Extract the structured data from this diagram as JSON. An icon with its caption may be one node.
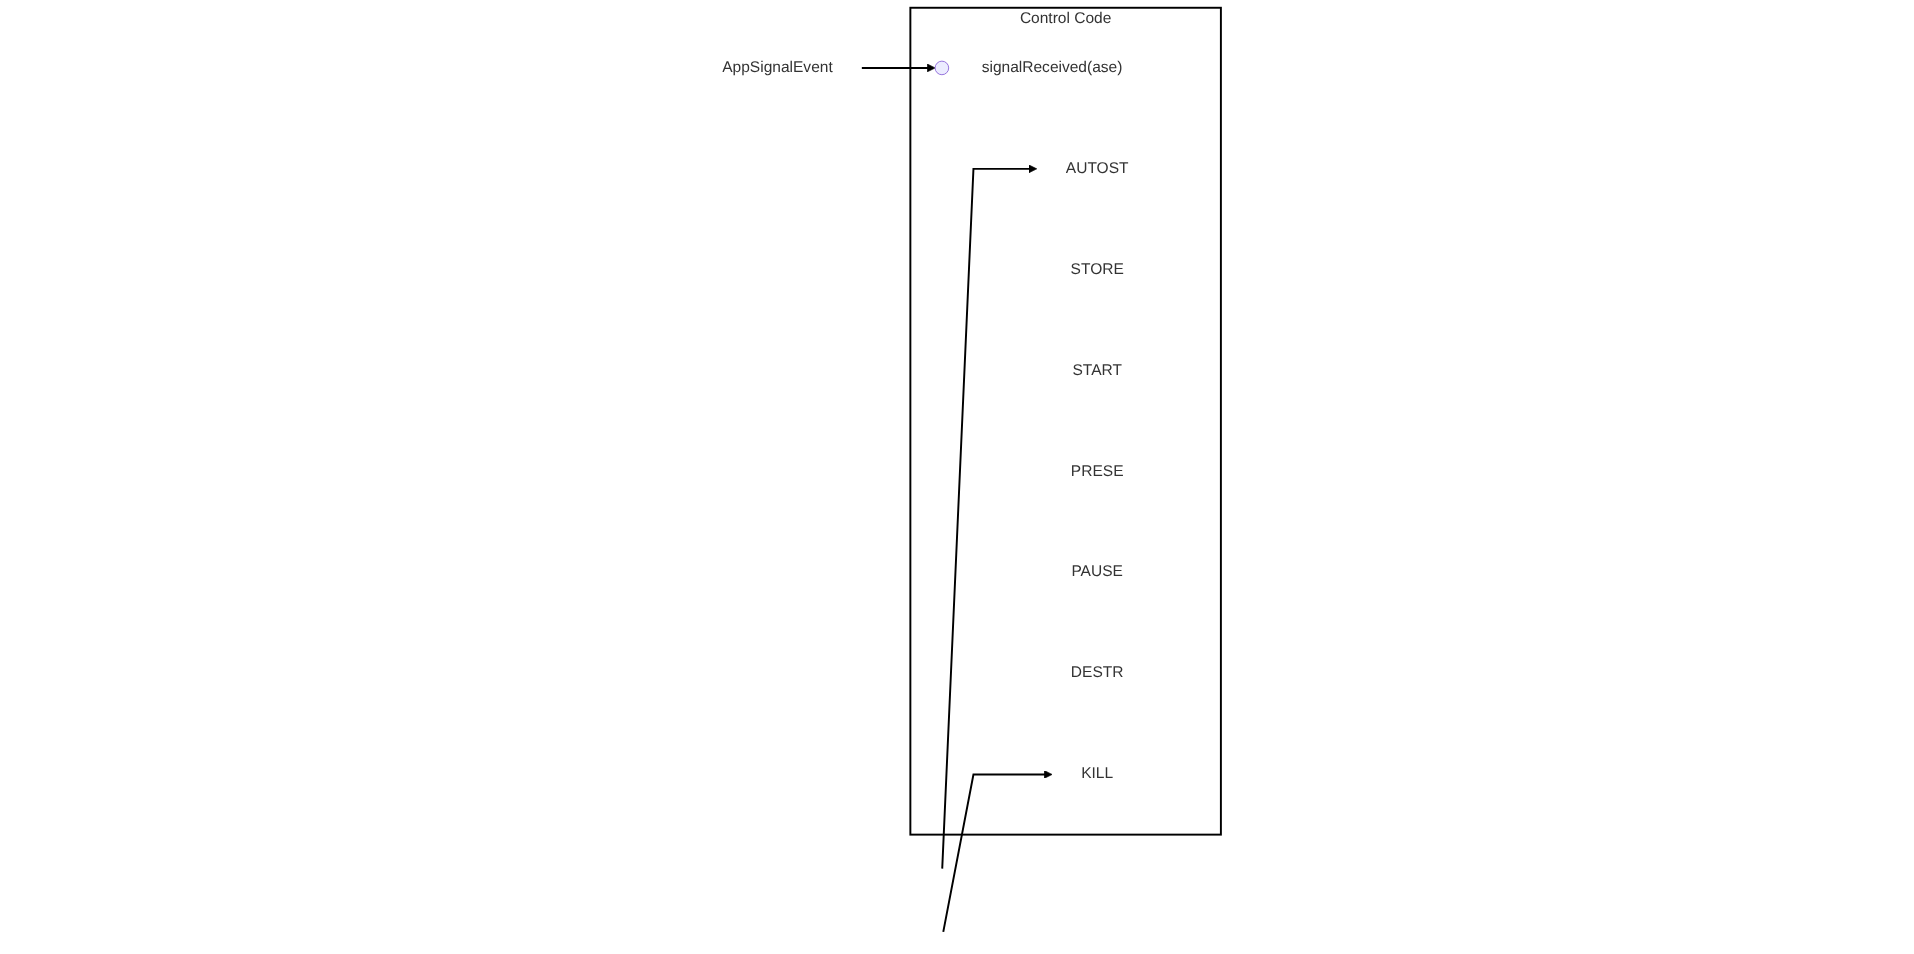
{
  "diagram": {
    "nodes": [
      {
        "text": [
          "AppSignalEvent"
        ]
      },
      {
        "text": [
          "Control Code"
        ]
      },
      {
        "text": [],
        "shape": "circle",
        "in": 1,
        "beside": [
          "signalReceived(ase)"
        ]
      },
      {
        "text": [
          "AUTOST"
        ],
        "in": 1
      },
      {
        "text": [
          "STORE"
        ],
        "in": 1
      },
      {
        "text": [
          "START"
        ],
        "in": 1
      },
      {
        "text": [
          "PRESE"
        ],
        "in": 1
      },
      {
        "text": [
          "PAUSE"
        ],
        "in": 1
      },
      {
        "text": [
          "DESTR"
        ],
        "in": 1
      },
      {
        "text": [
          "KILL"
        ],
        "in": 1
      }
    ],
    "edges": [
      {
        "from": 0,
        "to": 2,
        "arrow": "to"
      },
      {
        "from": null,
        "to": 3,
        "arrow": "to"
      },
      {
        "from": null,
        "to": 9,
        "arrow": "to"
      }
    ]
  }
}
